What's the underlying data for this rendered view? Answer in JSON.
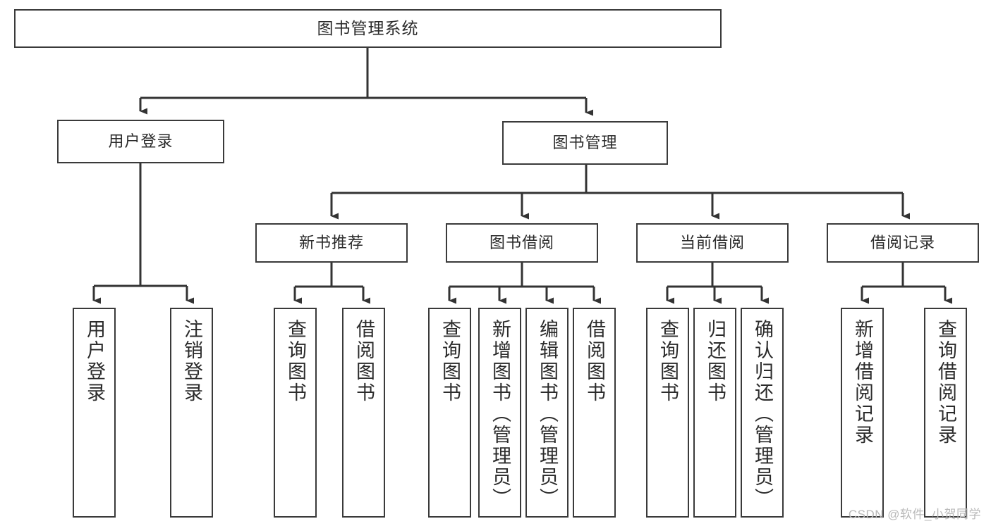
{
  "diagram": {
    "title": "图书管理系统",
    "type": "tree",
    "orientation": "top-down",
    "colors": {
      "box_border": "#3a3a3a",
      "box_fill": "#ffffff",
      "edge": "#333333",
      "text": "#2b2b2b",
      "watermark": "#b9b9b9",
      "background": "#ffffff"
    },
    "watermark": "CSDN @软件_小贺同学",
    "nodes": {
      "root": {
        "id": "n-root",
        "label": "图书管理系统",
        "level": 1
      },
      "level2": [
        {
          "id": "n-user-login",
          "label": "用户登录",
          "level": 2
        },
        {
          "id": "n-book-manage",
          "label": "图书管理",
          "level": 2
        }
      ],
      "level3": [
        {
          "id": "n-new-book-rec",
          "label": "新书推荐",
          "level": 3,
          "parent": "n-book-manage"
        },
        {
          "id": "n-book-borrow",
          "label": "图书借阅",
          "level": 3,
          "parent": "n-book-manage"
        },
        {
          "id": "n-current-borrow",
          "label": "当前借阅",
          "level": 3,
          "parent": "n-book-manage"
        },
        {
          "id": "n-borrow-record",
          "label": "借阅记录",
          "level": 3,
          "parent": "n-book-manage"
        }
      ],
      "leaves": [
        {
          "id": "l-user-login",
          "label": "用户登录",
          "level": 4,
          "parent": "n-user-login"
        },
        {
          "id": "l-user-logout",
          "label": "注销登录",
          "level": 4,
          "parent": "n-user-login"
        },
        {
          "id": "l-rec-query-book",
          "label": "查询图书",
          "level": 4,
          "parent": "n-new-book-rec"
        },
        {
          "id": "l-rec-borrow-book",
          "label": "借阅图书",
          "level": 4,
          "parent": "n-new-book-rec"
        },
        {
          "id": "l-bb-query-book",
          "label": "查询图书",
          "level": 4,
          "parent": "n-book-borrow"
        },
        {
          "id": "l-bb-add-book",
          "label": "新增图书（管理员）",
          "level": 4,
          "parent": "n-book-borrow"
        },
        {
          "id": "l-bb-edit-book",
          "label": "编辑图书（管理员）",
          "level": 4,
          "parent": "n-book-borrow"
        },
        {
          "id": "l-bb-borrow-book",
          "label": "借阅图书",
          "level": 4,
          "parent": "n-book-borrow"
        },
        {
          "id": "l-cb-query-book",
          "label": "查询图书",
          "level": 4,
          "parent": "n-current-borrow"
        },
        {
          "id": "l-cb-return-book",
          "label": "归还图书",
          "level": 4,
          "parent": "n-current-borrow"
        },
        {
          "id": "l-cb-confirm-return",
          "label": "确认归还（管理员）",
          "level": 4,
          "parent": "n-current-borrow"
        },
        {
          "id": "l-br-add-record",
          "label": "新增借阅记录",
          "level": 4,
          "parent": "n-borrow-record"
        },
        {
          "id": "l-br-query-record",
          "label": "查询借阅记录",
          "level": 4,
          "parent": "n-borrow-record"
        }
      ]
    }
  }
}
